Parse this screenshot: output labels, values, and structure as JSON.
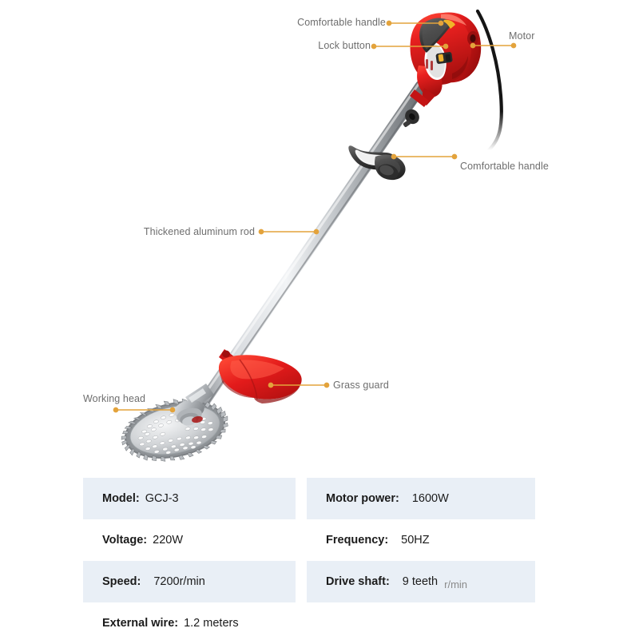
{
  "product": {
    "name": "electric-grass-trimmer",
    "colors": {
      "body_red": "#e8201f",
      "body_red_dark": "#a8100f",
      "body_red_light": "#ff5a4a",
      "grip_dark": "#4a4a4a",
      "shaft_silver": "#c9ccd0",
      "shaft_silver_dark": "#8d9195",
      "blade_silver": "#cfd2d5",
      "cord_black": "#1a1a1a",
      "leader_orange": "#e3a33c",
      "label_gray": "#6e6e6e"
    }
  },
  "callouts": [
    {
      "id": "comfortable-handle-main",
      "label": "Comfortable handle"
    },
    {
      "id": "lock-button",
      "label": "Lock button"
    },
    {
      "id": "motor",
      "label": "Motor"
    },
    {
      "id": "comfortable-handle-aux",
      "label": "Comfortable handle"
    },
    {
      "id": "thickened-aluminum-rod",
      "label": "Thickened aluminum rod"
    },
    {
      "id": "grass-guard",
      "label": "Grass guard"
    },
    {
      "id": "working-head",
      "label": "Working head"
    }
  ],
  "spec": {
    "rows": [
      {
        "left": {
          "key": "Model:",
          "value": "GCJ-3"
        },
        "right": {
          "key": "Motor power:",
          "value": "1600W"
        }
      },
      {
        "left": {
          "key": "Voltage:",
          "value": "220W"
        },
        "right": {
          "key": "Frequency:",
          "value": "50HZ"
        }
      },
      {
        "left": {
          "key": "Speed:",
          "value": "7200r/min"
        },
        "right": {
          "key": "Drive shaft:",
          "value": "9 teeth",
          "suffix": "r/min"
        }
      },
      {
        "left": {
          "key": "External wire:",
          "value": "1.2 meters"
        },
        "right": {
          "key": "",
          "value": ""
        }
      }
    ]
  }
}
